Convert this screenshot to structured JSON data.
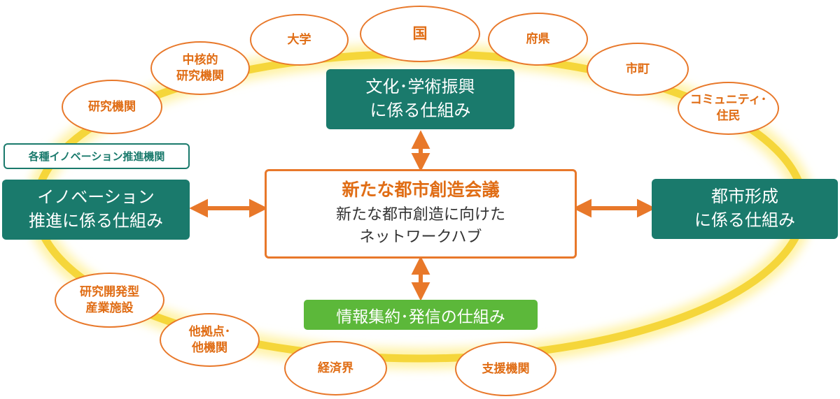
{
  "colors": {
    "accent_orange": "#e8782a",
    "oval_text": "#e06d15",
    "teal": "#1a7a6c",
    "green": "#5cb83a",
    "ring_glow": "#f5d63a"
  },
  "center": {
    "title": "新たな都市創造会議",
    "subtitle": "新たな都市創造に向けた\nネットワークハブ"
  },
  "frameworks": {
    "culture": "文化･学術振興\nに係る仕組み",
    "innovation": "イノベーション\n推進に係る仕組み",
    "urban": "都市形成\nに係る仕組み",
    "information": "情報集約･発信の仕組み"
  },
  "innovation_tag": "各種イノベーション推進機関",
  "actors": {
    "national": "国",
    "university": "大学",
    "prefecture": "府県",
    "core_research": "中核的\n研究機関",
    "city_town": "市町",
    "research": "研究機関",
    "community": "コミュニティ･\n住民",
    "rd_industry": "研究開発型\n産業施設",
    "other_bases": "他拠点･\n他機関",
    "business": "経済界",
    "support": "支援機関"
  }
}
